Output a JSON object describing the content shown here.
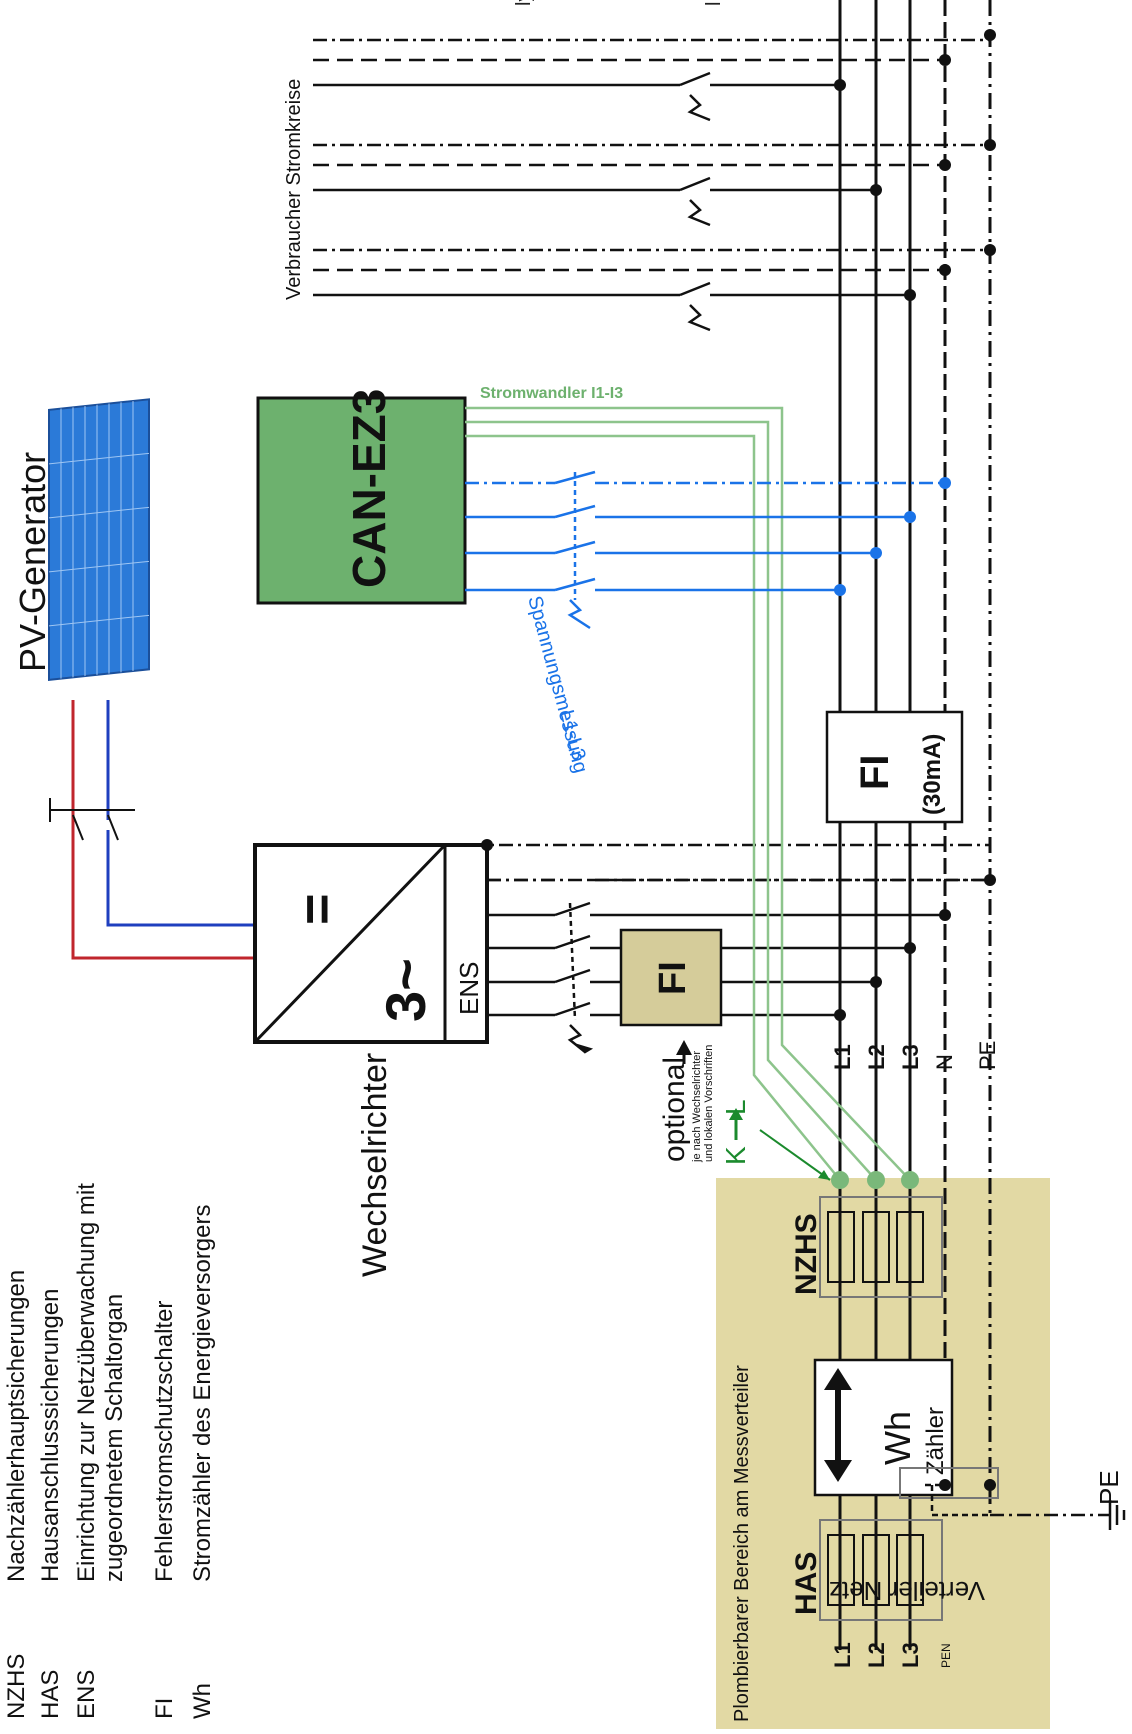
{
  "top_text": "ly",
  "top_text2": "l p",
  "legend": [
    {
      "abbr": "NZHS",
      "text": "Nachzählerhauptsicherungen",
      "text2": ""
    },
    {
      "abbr": "HAS",
      "text": "Hausanschlusssicherungen",
      "text2": ""
    },
    {
      "abbr": "ENS",
      "text": "Einrichtung zur Netzüberwachung mit",
      "text2": "zugeordnetem Schaltorgan"
    },
    {
      "abbr": "FI",
      "text": "Fehlerstromschutzschalter",
      "text2": ""
    },
    {
      "abbr": "Wh",
      "text": "Stromzähler des Energieversorgers",
      "text2": ""
    }
  ],
  "labels": {
    "pv_generator": "PV-Generator",
    "wechselrichter": "Wechselrichter",
    "inverter_dc": "=",
    "inverter_ac": "3~",
    "ens": "ENS",
    "can_ez3": "CAN-EZ3",
    "stromwandler": "Stromwandler I1-I3",
    "spannungsmessung": "Spannungsmessung",
    "spannungsmessung2": "L1-L3",
    "verbraucher": "Verbraucher Stromkreise",
    "fi": "FI",
    "fi_big": "FI",
    "fi_30ma": "(30mA)",
    "optional": "optional",
    "optional_note1": "je nach Wechselrichter",
    "optional_note2": "und lokalen Vorschriften",
    "kl": "K",
    "kl2": "L",
    "plombierbar": "Plombierbarer Bereich am Messverteiler",
    "nzhs": "NZHS",
    "has": "HAS",
    "wh": "Wh",
    "zaehler": "Zähler",
    "verteiler_netz": "Verteiler Netz",
    "pe_ground": "PE",
    "pe_line": "PE",
    "l1": "L1",
    "l2": "L2",
    "l3": "L3",
    "n": "N",
    "l1b": "L1",
    "l2b": "L2",
    "l3b": "L3",
    "pen": "PEN"
  },
  "colors": {
    "green_box": "#6db16e",
    "meter_area": "#e2d9a4",
    "fi_small": "#d5cc9a",
    "blue_wire": "#1a73e8",
    "green_wire": "#7ab87a",
    "red_wire": "#c0262d",
    "dc_blue": "#1f3fbf",
    "panel": "#2b7ad8"
  }
}
